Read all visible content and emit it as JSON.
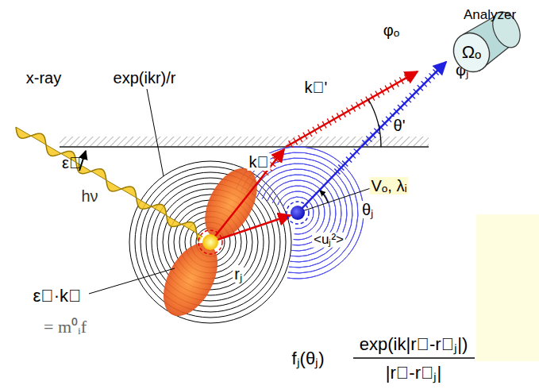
{
  "diagram": {
    "nodes": [
      {
        "text": [
          "Analyzer",
          "Ωₒ"
        ]
      }
    ],
    "labels": [
      "x-ray",
      "exp(ikr)/r",
      "ε⃗",
      "hν",
      "ε⃗·k⃗",
      "= m⁰ᵢf",
      "k⃗",
      "k⃗'",
      "φₒ",
      "φⱼ",
      "θ'",
      "Vₒ, λᵢ",
      "θⱼ",
      "rⱼ",
      "<uⱼ²>",
      "fⱼ(θⱼ)",
      "exp(ik|r⃗-r⃗ⱼ|)",
      "|r⃗-r⃗ⱼ|"
    ]
  }
}
